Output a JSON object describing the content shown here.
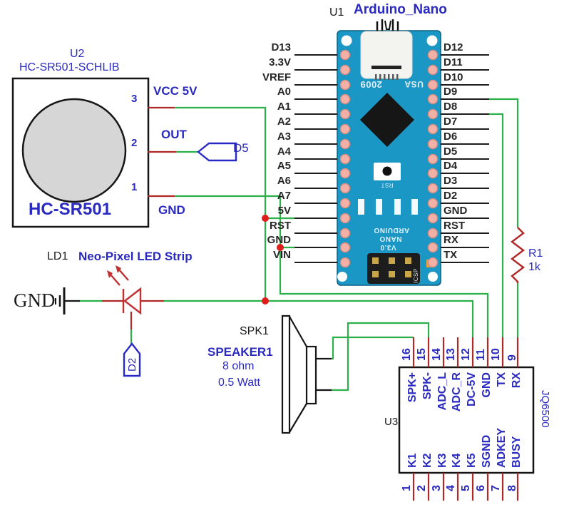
{
  "header": {
    "arduino_ref": "U1",
    "arduino_name": "Arduino_Nano"
  },
  "arduino": {
    "left_pins": [
      "D13",
      "3.3V",
      "VREF",
      "A0",
      "A1",
      "A2",
      "A3",
      "A4",
      "A5",
      "A6",
      "A7",
      "5V",
      "RST",
      "GND",
      "VIN"
    ],
    "right_pins": [
      "D12",
      "D11",
      "D10",
      "D9",
      "D8",
      "D7",
      "D6",
      "D5",
      "D4",
      "D3",
      "D2",
      "GND",
      "RST",
      "RX",
      "TX"
    ],
    "silkscreen": {
      "year": "2009",
      "usa": "USA",
      "brand": "ARDUINO",
      "model": "NANO",
      "version": "V3.0",
      "reset": "RST",
      "icsp": "ICSP"
    }
  },
  "pir": {
    "ref": "U2",
    "library": "HC-SR501-SCHLIB",
    "name": "HC-SR501",
    "pin3_num": "3",
    "pin3_label": "VCC 5V",
    "pin2_num": "2",
    "pin2_label": "OUT",
    "pin1_num": "1",
    "pin1_label": "GND"
  },
  "flags": {
    "pir_out_net": "D5",
    "led_data_net": "D2"
  },
  "led": {
    "ref": "LD1",
    "name": "Neo-Pixel LED Strip",
    "ground_label": "GND"
  },
  "speaker": {
    "ref": "SPK1",
    "name": "SPEAKER1",
    "impedance": "8 ohm",
    "power": "0.5 Watt"
  },
  "resistor": {
    "ref": "R1",
    "value": "1k"
  },
  "mp3": {
    "ref": "U3",
    "part": "JQ6500",
    "top_pins": [
      {
        "num": "16",
        "label": "SPK+"
      },
      {
        "num": "15",
        "label": "SPK-"
      },
      {
        "num": "14",
        "label": "ADC_L"
      },
      {
        "num": "13",
        "label": "ADC_R"
      },
      {
        "num": "12",
        "label": "DC-5V"
      },
      {
        "num": "11",
        "label": "GND"
      },
      {
        "num": "10",
        "label": "TX"
      },
      {
        "num": "9",
        "label": "RX"
      }
    ],
    "bottom_pins": [
      {
        "num": "1",
        "label": "K1"
      },
      {
        "num": "2",
        "label": "K2"
      },
      {
        "num": "3",
        "label": "K3"
      },
      {
        "num": "4",
        "label": "K4"
      },
      {
        "num": "5",
        "label": "K5"
      },
      {
        "num": "6",
        "label": "SGND"
      },
      {
        "num": "7",
        "label": "ADKEY"
      },
      {
        "num": "8",
        "label": "BUSY"
      }
    ]
  },
  "colors": {
    "wire_green": "#2cb14a",
    "wire_red": "#b02828",
    "junction_red": "#e01d1d",
    "label_blue": "#2a2ac0",
    "board_blue": "#1b97c6",
    "pad_pink": "#f3b0a6"
  }
}
